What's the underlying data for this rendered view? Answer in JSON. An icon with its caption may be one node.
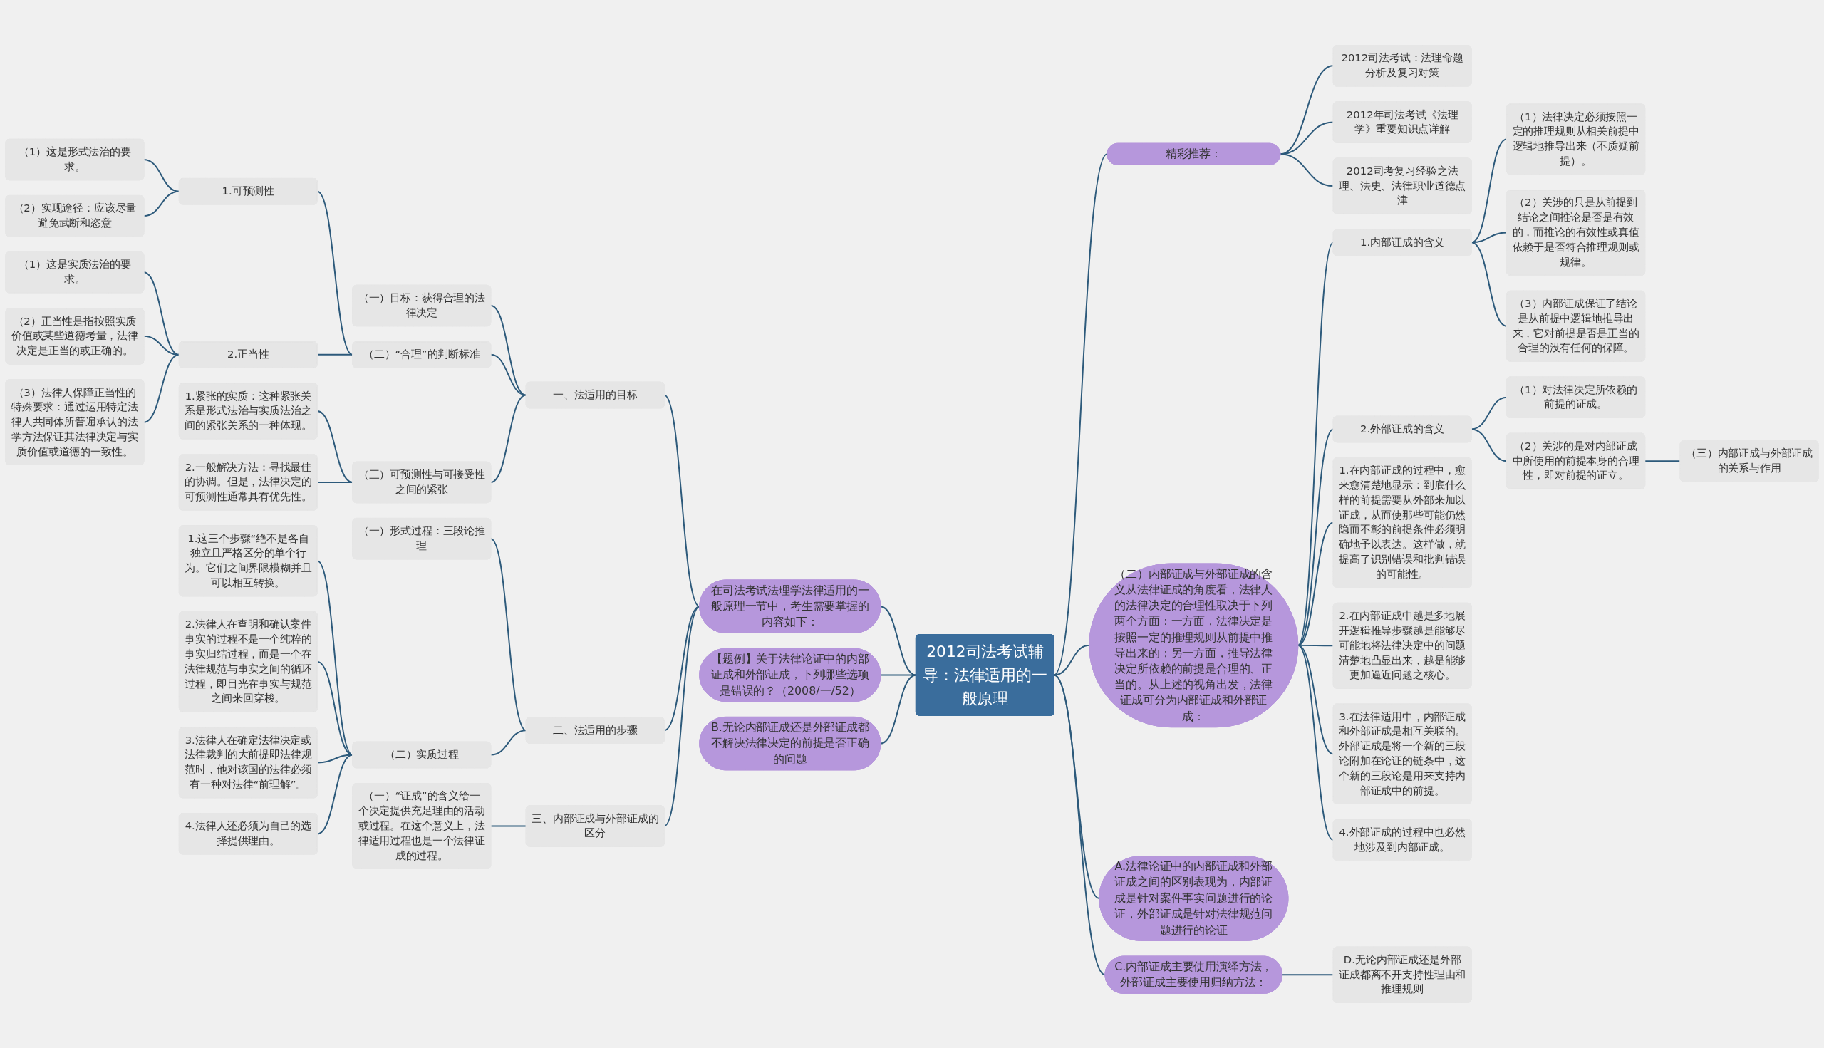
{
  "diagram": {
    "nodes": [
      {
        "text": [
          "2012司法考试辅导：法律适用的一般原理"
        ]
      },
      {
        "text": [
          "在司法考试法理学法律适用的一般原理一节中，考生需要掌握的内容如下："
        ]
      },
      {
        "text": [
          "一、法适用的目标"
        ]
      },
      {
        "text": [
          "（一）目标：获得合理的法律决定"
        ]
      },
      {
        "text": [
          "（二）“合理”的判断标准"
        ]
      },
      {
        "text": [
          "1.可预测性"
        ]
      },
      {
        "text": [
          "（1）这是形式法治的要求。"
        ]
      },
      {
        "text": [
          "（2）实现途径：应该尽量避免武断和恣意"
        ]
      },
      {
        "text": [
          "2.正当性"
        ]
      },
      {
        "text": [
          "（1）这是实质法治的要求。"
        ]
      },
      {
        "text": [
          "（2）正当性是指按照实质价值或某些道德考量，法律决定是正当的或正确的。"
        ]
      },
      {
        "text": [
          "（3）法律人保障正当性的特殊要求：通过运用特定法律人共同体所普遍承认的法学方法保证其法律决定与实质价值或道德的一致性。"
        ]
      },
      {
        "text": [
          "（三）可预测性与可接受性之间的紧张"
        ]
      },
      {
        "text": [
          "1.紧张的实质：这种紧张关系是形式法治与实质法治之间的紧张关系的一种体现。"
        ]
      },
      {
        "text": [
          "2.一般解决方法：寻找最佳的协调。但是，法律决定的可预测性通常具有优先性。"
        ]
      },
      {
        "text": [
          "二、法适用的步骤"
        ]
      },
      {
        "text": [
          "（一）形式过程：三段论推理"
        ]
      },
      {
        "text": [
          "（二）实质过程"
        ]
      },
      {
        "text": [
          "1.这三个步骤“绝不是各自独立且严格区分的单个行为。它们之间界限模糊并且可以相互转换。"
        ]
      },
      {
        "text": [
          "2.法律人在查明和确认案件事实的过程不是一个纯粹的事实归结过程，而是一个在法律规范与事实之间的循环过程，即目光在事实与规范之间来回穿梭。"
        ]
      },
      {
        "text": [
          "3.法律人在确定法律决定或法律裁判的大前提即法律规范时，他对该国的法律必须有一种对法律“前理解”。"
        ]
      },
      {
        "text": [
          "4.法律人还必须为自己的选择提供理由。"
        ]
      },
      {
        "text": [
          "三、内部证成与外部证成的区分"
        ]
      },
      {
        "text": [
          "（一）“证成”的含义给一个决定提供充足理由的活动或过程。在这个意义上，法律适用过程也是一个法律证成的过程。"
        ]
      },
      {
        "text": [
          "【题例】关于法律论证中的内部证成和外部证成，下列哪些选项是错误的？（2008/一/52）"
        ]
      },
      {
        "text": [
          "B.无论内部证成还是外部证成都不解决法律决定的前提是否正确的问题"
        ]
      },
      {
        "text": [
          "精彩推荐："
        ]
      },
      {
        "text": [
          "2012司法考试：法理命题分析及复习对策"
        ]
      },
      {
        "text": [
          "2012年司法考试《法理学》重要知识点详解"
        ]
      },
      {
        "text": [
          "2012司考复习经验之法理、法史、法律职业道德点津"
        ]
      },
      {
        "text": [
          "（二）内部证成与外部证成的含义从法律证成的角度看，法律人的法律决定的合理性取决于下列两个方面：一方面，法律决定是按照一定的推理规则从前提中推导出来的；另一方面，推导法律决定所依赖的前提是合理的、正当的。从上述的视角出发，法律证成可分为内部证成和外部证成："
        ]
      },
      {
        "text": [
          "1.内部证成的含义"
        ]
      },
      {
        "text": [
          "（1）法律决定必须按照一定的推理规则从相关前提中逻辑地推导出来（不质疑前提）。"
        ]
      },
      {
        "text": [
          "（2）关涉的只是从前提到结论之间推论是否是有效的，而推论的有效性或真值依赖于是否符合推理规则或规律。"
        ]
      },
      {
        "text": [
          "（3）内部证成保证了结论是从前提中逻辑地推导出来，它对前提是否是正当的合理的没有任何的保障。"
        ]
      },
      {
        "text": [
          "2.外部证成的含义"
        ]
      },
      {
        "text": [
          "（1）对法律决定所依赖的前提的证成。"
        ]
      },
      {
        "text": [
          "（2）关涉的是对内部证成中所使用的前提本身的合理性，即对前提的证立。"
        ]
      },
      {
        "text": [
          "（三）内部证成与外部证成的关系与作用"
        ]
      },
      {
        "text": [
          "1.在内部证成的过程中，愈来愈清楚地显示：到底什么样的前提需要从外部来加以证成，从而使那些可能仍然隐而不彰的前提条件必须明确地予以表达。这样做，就提高了识别错误和批判错误的可能性。"
        ]
      },
      {
        "text": [
          "2.在内部证成中越是多地展开逻辑推导步骤越是能够尽可能地将法律决定中的问题清楚地凸显出来，越是能够更加逼近问题之核心。"
        ]
      },
      {
        "text": [
          "3.在法律适用中，内部证成和外部证成是相互关联的。外部证成是将一个新的三段论附加在论证的链条中，这个新的三段论是用来支持内部证成中的前提。"
        ]
      },
      {
        "text": [
          "4.外部证成的过程中也必然地涉及到内部证成。"
        ]
      },
      {
        "text": [
          "A.法律论证中的内部证成和外部证成之间的区别表现为，内部证成是针对案件事实问题进行的论证，外部证成是针对法律规范问题进行的论证"
        ]
      },
      {
        "text": [
          "C.内部证成主要使用演绎方法，外部证成主要使用归纳方法："
        ]
      },
      {
        "text": [
          "D.无论内部证成还是外部证成都离不开支持性理由和推理规则"
        ]
      }
    ],
    "edges": [
      {
        "from": 1,
        "to": 0,
        "arrow": "none"
      },
      {
        "from": 2,
        "to": 1,
        "arrow": "none"
      },
      {
        "from": 3,
        "to": 2,
        "arrow": "none"
      },
      {
        "from": 4,
        "to": 2,
        "arrow": "none"
      },
      {
        "from": 5,
        "to": 4,
        "arrow": "none"
      },
      {
        "from": 6,
        "to": 5,
        "arrow": "none"
      },
      {
        "from": 7,
        "to": 5,
        "arrow": "none"
      },
      {
        "from": 8,
        "to": 4,
        "arrow": "none"
      },
      {
        "from": 9,
        "to": 8,
        "arrow": "none"
      },
      {
        "from": 10,
        "to": 8,
        "arrow": "none"
      },
      {
        "from": 11,
        "to": 8,
        "arrow": "none"
      },
      {
        "from": 12,
        "to": 2,
        "arrow": "none"
      },
      {
        "from": 13,
        "to": 12,
        "arrow": "none"
      },
      {
        "from": 14,
        "to": 12,
        "arrow": "none"
      },
      {
        "from": 15,
        "to": 1,
        "arrow": "none"
      },
      {
        "from": 16,
        "to": 15,
        "arrow": "none"
      },
      {
        "from": 17,
        "to": 15,
        "arrow": "none"
      },
      {
        "from": 18,
        "to": 17,
        "arrow": "none"
      },
      {
        "from": 19,
        "to": 17,
        "arrow": "none"
      },
      {
        "from": 20,
        "to": 17,
        "arrow": "none"
      },
      {
        "from": 21,
        "to": 17,
        "arrow": "none"
      },
      {
        "from": 22,
        "to": 1,
        "arrow": "none"
      },
      {
        "from": 23,
        "to": 22,
        "arrow": "none"
      },
      {
        "from": 24,
        "to": 0,
        "arrow": "none"
      },
      {
        "from": 25,
        "to": 0,
        "arrow": "none"
      },
      {
        "from": 0,
        "to": 26,
        "arrow": "none"
      },
      {
        "from": 26,
        "to": 27,
        "arrow": "none"
      },
      {
        "from": 26,
        "to": 28,
        "arrow": "none"
      },
      {
        "from": 26,
        "to": 29,
        "arrow": "none"
      },
      {
        "from": 0,
        "to": 30,
        "arrow": "none"
      },
      {
        "from": 30,
        "to": 31,
        "arrow": "none"
      },
      {
        "from": 31,
        "to": 32,
        "arrow": "none"
      },
      {
        "from": 31,
        "to": 33,
        "arrow": "none"
      },
      {
        "from": 31,
        "to": 34,
        "arrow": "none"
      },
      {
        "from": 30,
        "to": 35,
        "arrow": "none"
      },
      {
        "from": 35,
        "to": 36,
        "arrow": "none"
      },
      {
        "from": 35,
        "to": 37,
        "arrow": "none"
      },
      {
        "from": 37,
        "to": 38,
        "arrow": "none"
      },
      {
        "from": 30,
        "to": 39,
        "arrow": "none"
      },
      {
        "from": 30,
        "to": 40,
        "arrow": "none"
      },
      {
        "from": 30,
        "to": 41,
        "arrow": "none"
      },
      {
        "from": 30,
        "to": 42,
        "arrow": "none"
      },
      {
        "from": 0,
        "to": 43,
        "arrow": "none"
      },
      {
        "from": 0,
        "to": 44,
        "arrow": "none"
      },
      {
        "from": 44,
        "to": 45,
        "arrow": "none"
      }
    ]
  }
}
